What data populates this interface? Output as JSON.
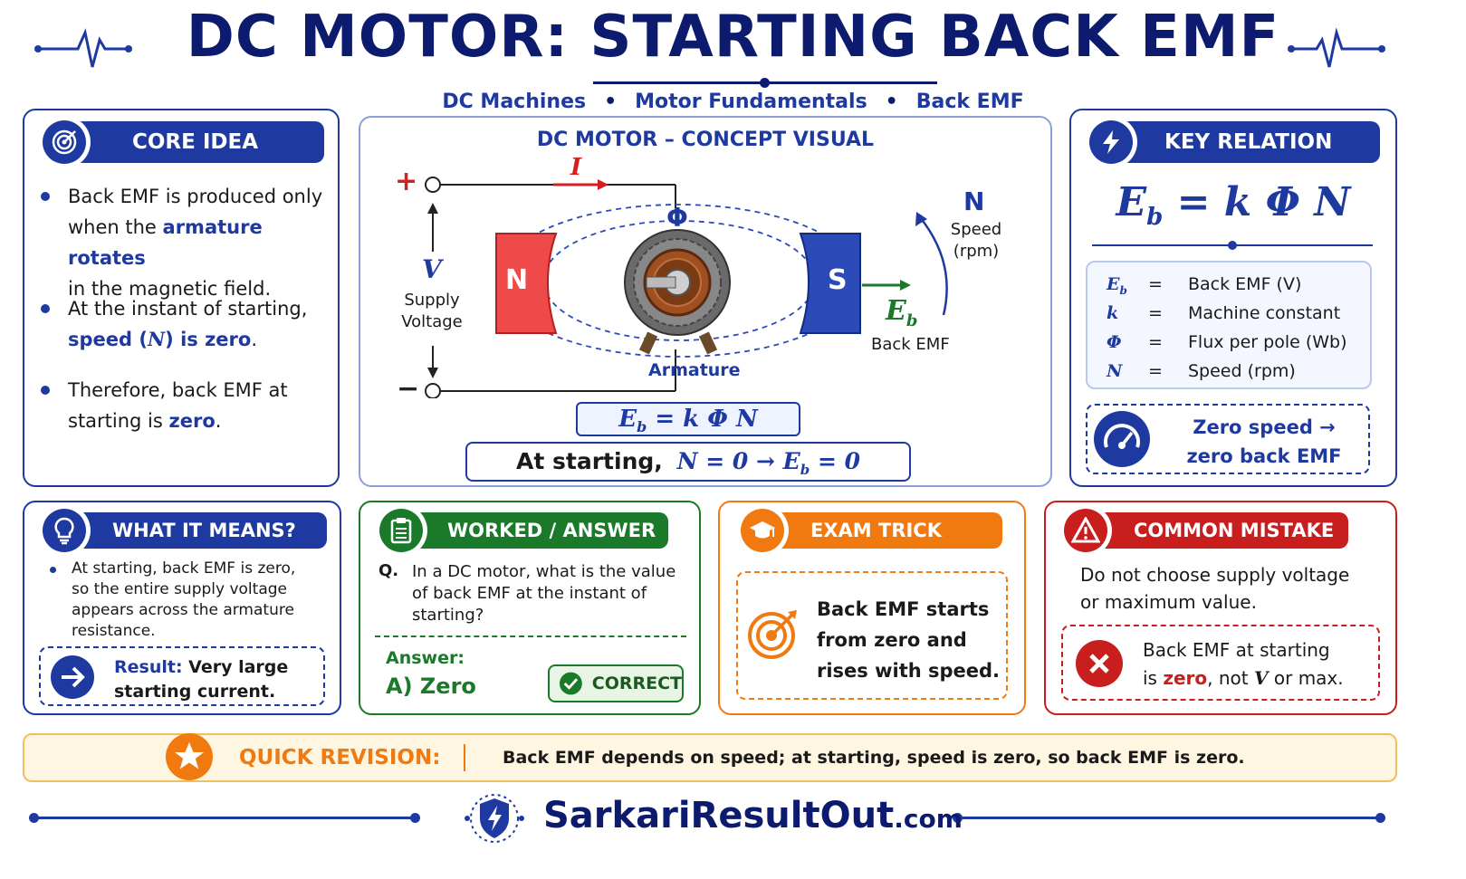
{
  "header": {
    "title": "DC MOTOR: STARTING BACK EMF",
    "subtitle_items": [
      "DC Machines",
      "Motor Fundamentals",
      "Back EMF"
    ],
    "heartbeat_icon": "heartbeat-line-icon"
  },
  "core_idea": {
    "title": "CORE IDEA",
    "icon": "target-icon",
    "bullet1_a": "Back EMF is produced only",
    "bullet1_b": "when the ",
    "bullet1_hl": "armature rotates",
    "bullet1_c": "in the magnetic field.",
    "bullet2_a": "At the instant of starting,",
    "bullet2_hl1": "speed (",
    "bullet2_hlN": "N",
    "bullet2_hl2": ") is zero",
    "bullet2_end": ".",
    "bullet3_a": "Therefore, back EMF at",
    "bullet3_b": "starting is ",
    "bullet3_hl": "zero",
    "bullet3_end": "."
  },
  "concept_visual": {
    "title": "DC MOTOR – CONCEPT VISUAL",
    "plus": "+",
    "minus": "−",
    "current": "I",
    "flux": "Φ",
    "voltage_symbol": "V",
    "supply_label_1": "Supply",
    "supply_label_2": "Voltage",
    "pole_n": "N",
    "pole_s": "S",
    "speed_symbol": "N",
    "speed_label_1": "Speed",
    "speed_label_2": "(rpm)",
    "eb_symbol": "E",
    "eb_sub": "b",
    "back_emf_label": "Back EMF",
    "armature_label": "Armature",
    "formula": "E",
    "formula_sub": "b",
    "formula_rest": " = k Φ N",
    "starting_text": "At starting,",
    "starting_formula_a": "N = 0  →  E",
    "starting_formula_sub": "b",
    "starting_formula_b": " = 0",
    "colors": {
      "north": "#ee4a4a",
      "south": "#2a4ab8",
      "current": "#d62020",
      "eb": "#1a7a2a"
    }
  },
  "key_relation": {
    "title": "KEY RELATION",
    "icon": "lightning-icon",
    "formula": "E",
    "formula_sub": "b",
    "formula_rest": " = k Φ N",
    "defs": [
      {
        "sym": "E",
        "sub": "b",
        "eq": "=",
        "meaning": "Back EMF (V)"
      },
      {
        "sym": "k",
        "sub": "",
        "eq": "=",
        "meaning": "Machine constant"
      },
      {
        "sym": "Φ",
        "sub": "",
        "eq": "=",
        "meaning": "Flux per pole (Wb)"
      },
      {
        "sym": "N",
        "sub": "",
        "eq": "=",
        "meaning": "Speed (rpm)"
      }
    ],
    "note_1": "Zero speed  →",
    "note_2": "zero back EMF",
    "note_icon": "speedometer-icon"
  },
  "what_it_means": {
    "title": "WHAT IT MEANS?",
    "icon": "lightbulb-icon",
    "text_1": "At starting, back EMF is zero,",
    "text_2": "so the entire supply voltage",
    "text_3": "appears across the armature",
    "text_4": "resistance.",
    "result_label": "Result:",
    "result_text_1": " Very large",
    "result_text_2": "starting current.",
    "result_icon": "arrow-right-icon"
  },
  "worked_answer": {
    "title": "WORKED / ANSWER",
    "icon": "clipboard-icon",
    "q_label": "Q.",
    "q_1": "In a DC motor, what is the value",
    "q_2": "of back EMF at the instant of",
    "q_3": "starting?",
    "answer_label": "Answer:",
    "answer": "A) Zero",
    "correct": "CORRECT",
    "correct_icon": "check-circle-icon"
  },
  "exam_trick": {
    "title": "EXAM TRICK",
    "icon": "graduation-cap-icon",
    "text_1": "Back EMF starts",
    "text_2": "from zero and",
    "text_3": "rises with speed.",
    "trick_icon": "target-arrow-icon"
  },
  "common_mistake": {
    "title": "COMMON MISTAKE",
    "icon": "warning-icon",
    "text_1": "Do not choose supply voltage",
    "text_2": "or maximum value.",
    "box_1": "Back EMF at starting",
    "box_2a": "is ",
    "box_2hl": "zero",
    "box_2b": ", not ",
    "box_2V": "V",
    "box_2c": " or max.",
    "box_icon": "x-circle-icon"
  },
  "quick_revision": {
    "label": "QUICK REVISION:",
    "text": "Back EMF depends on speed; at starting, speed is zero, so back EMF is zero.",
    "icon": "star-icon"
  },
  "footer": {
    "brand": "SarkariResultOut",
    "brand_suffix": ".com",
    "logo_icon": "shield-lightning-icon"
  }
}
